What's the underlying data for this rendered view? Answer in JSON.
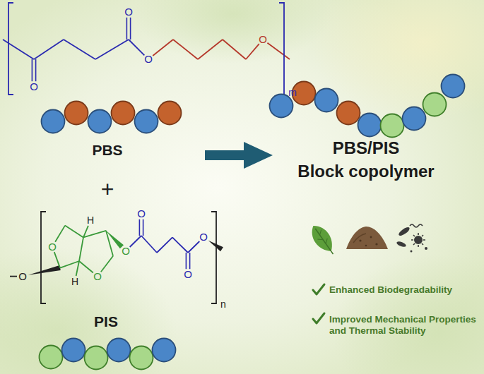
{
  "diagram": {
    "labels": [
      "O",
      "O",
      "O",
      "O",
      "m",
      "PBS",
      "+",
      "O",
      "O",
      "O",
      "H",
      "H",
      "O",
      "O",
      "O",
      "O",
      "n",
      "PIS",
      "PBS/PIS",
      "Block copolymer",
      "Enhanced Biodegradability",
      "Improved Mechanical Properties and Thermal Stability"
    ]
  }
}
